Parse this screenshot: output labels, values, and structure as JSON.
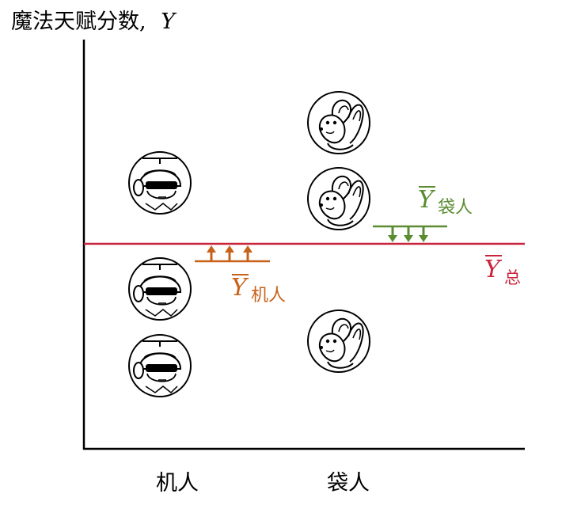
{
  "axis": {
    "ylabel_text": "魔法天赋分数,",
    "ylabel_var": "Y"
  },
  "groups": [
    {
      "label": "机人",
      "icon": "robot-pilot-icon"
    },
    {
      "label": "袋人",
      "icon": "kangaroo-icon"
    }
  ],
  "means": {
    "robot": {
      "symbol": "Y",
      "subscript": "机人",
      "color": "#c8621a"
    },
    "kangaroo": {
      "symbol": "Y",
      "subscript": "袋人",
      "color": "#5b8c32"
    },
    "total": {
      "symbol": "Y",
      "subscript": "总",
      "color": "#c8253c"
    }
  },
  "colors": {
    "axis": "#000000"
  }
}
